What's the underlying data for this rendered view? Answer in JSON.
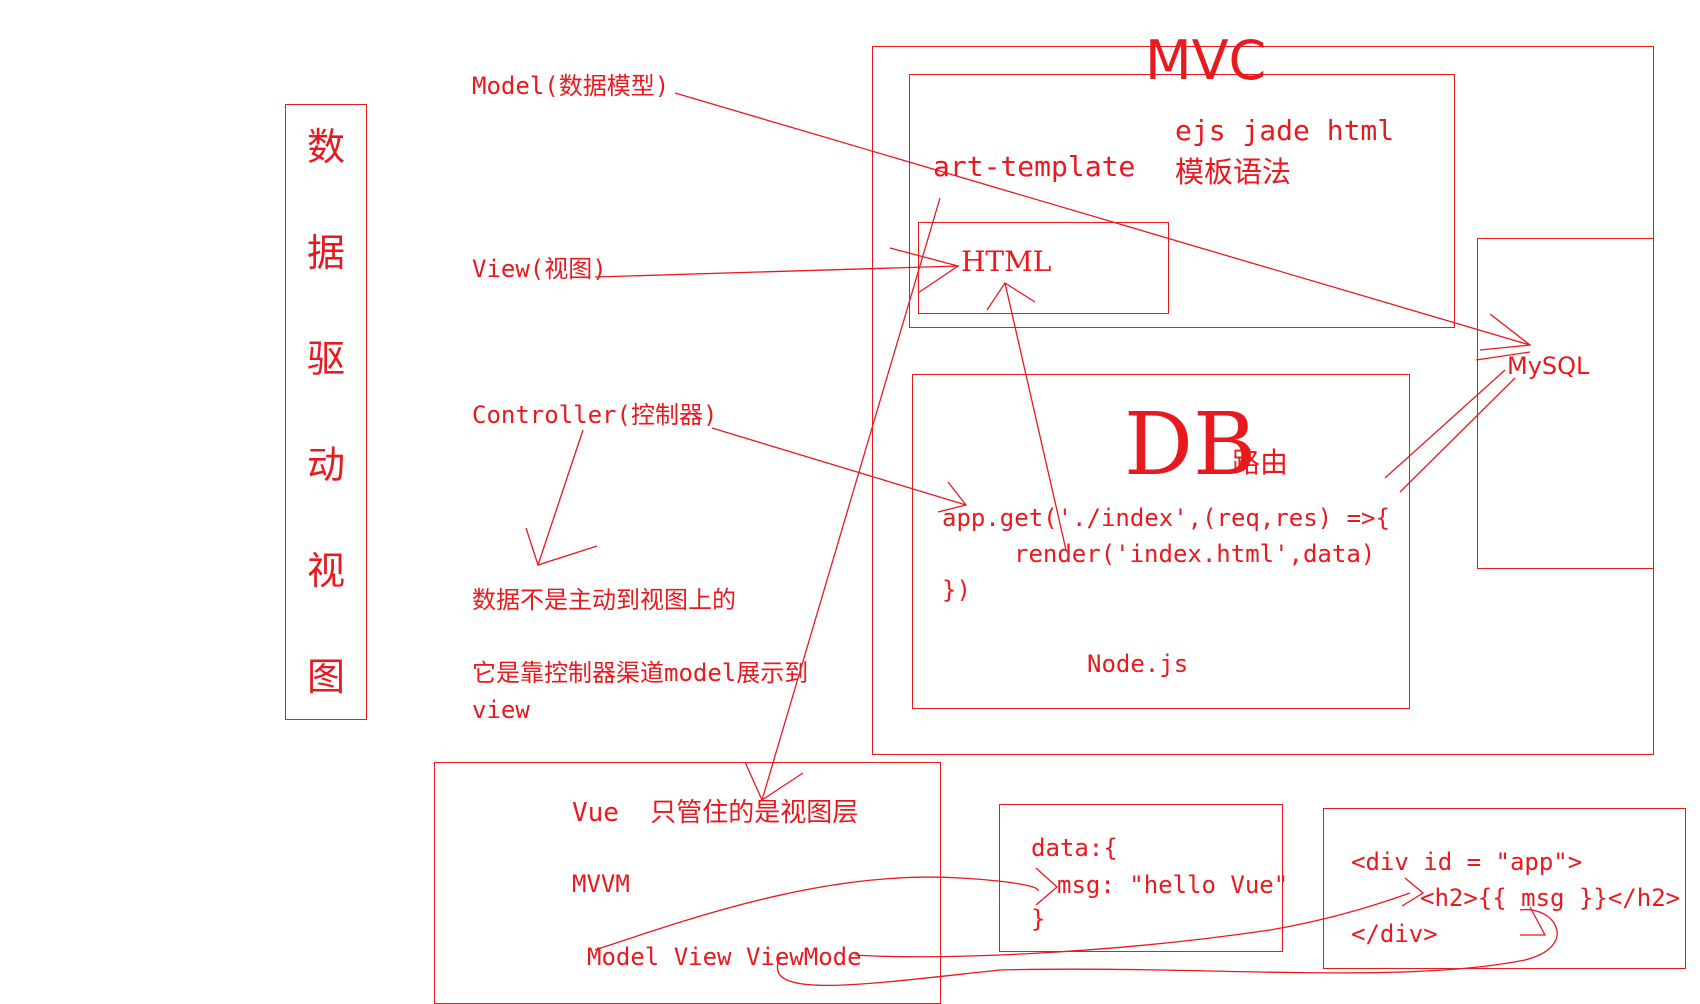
{
  "sidebar": {
    "chars": [
      "数",
      "据",
      "驱",
      "动",
      "视",
      "图"
    ]
  },
  "left": {
    "model_label": "Model(数据模型)",
    "view_label": "View(视图)",
    "controller_label": "Controller(控制器)",
    "note_line1": "数据不是主动到视图上的",
    "note_line2": "它是靠控制器渠道model展示到",
    "note_line3": "view"
  },
  "mvc": {
    "title": "MVC",
    "art_template": "art-template",
    "engines": "ejs jade html",
    "template_syntax": "模板语法",
    "html_label": "HTML",
    "db_label": "DB",
    "routing_label": "路由",
    "code_line1": "app.get('./index',(req,res) =>{",
    "code_line2": "render('index.html',data)",
    "code_line3": "})",
    "nodejs_label": "Node.js",
    "mysql_label": "MySQL"
  },
  "vue": {
    "title": "Vue  只管住的是视图层",
    "mvvm": "MVVM",
    "mvvm_parts": "Model View ViewMode",
    "data_line1": "data:{",
    "data_line2": "msg: \"hello Vue\"",
    "data_line3": "}",
    "html_line1": "<div id = \"app\">",
    "html_line2": "<h2>{{ msg }}</h2>",
    "html_line3": "</div>"
  }
}
